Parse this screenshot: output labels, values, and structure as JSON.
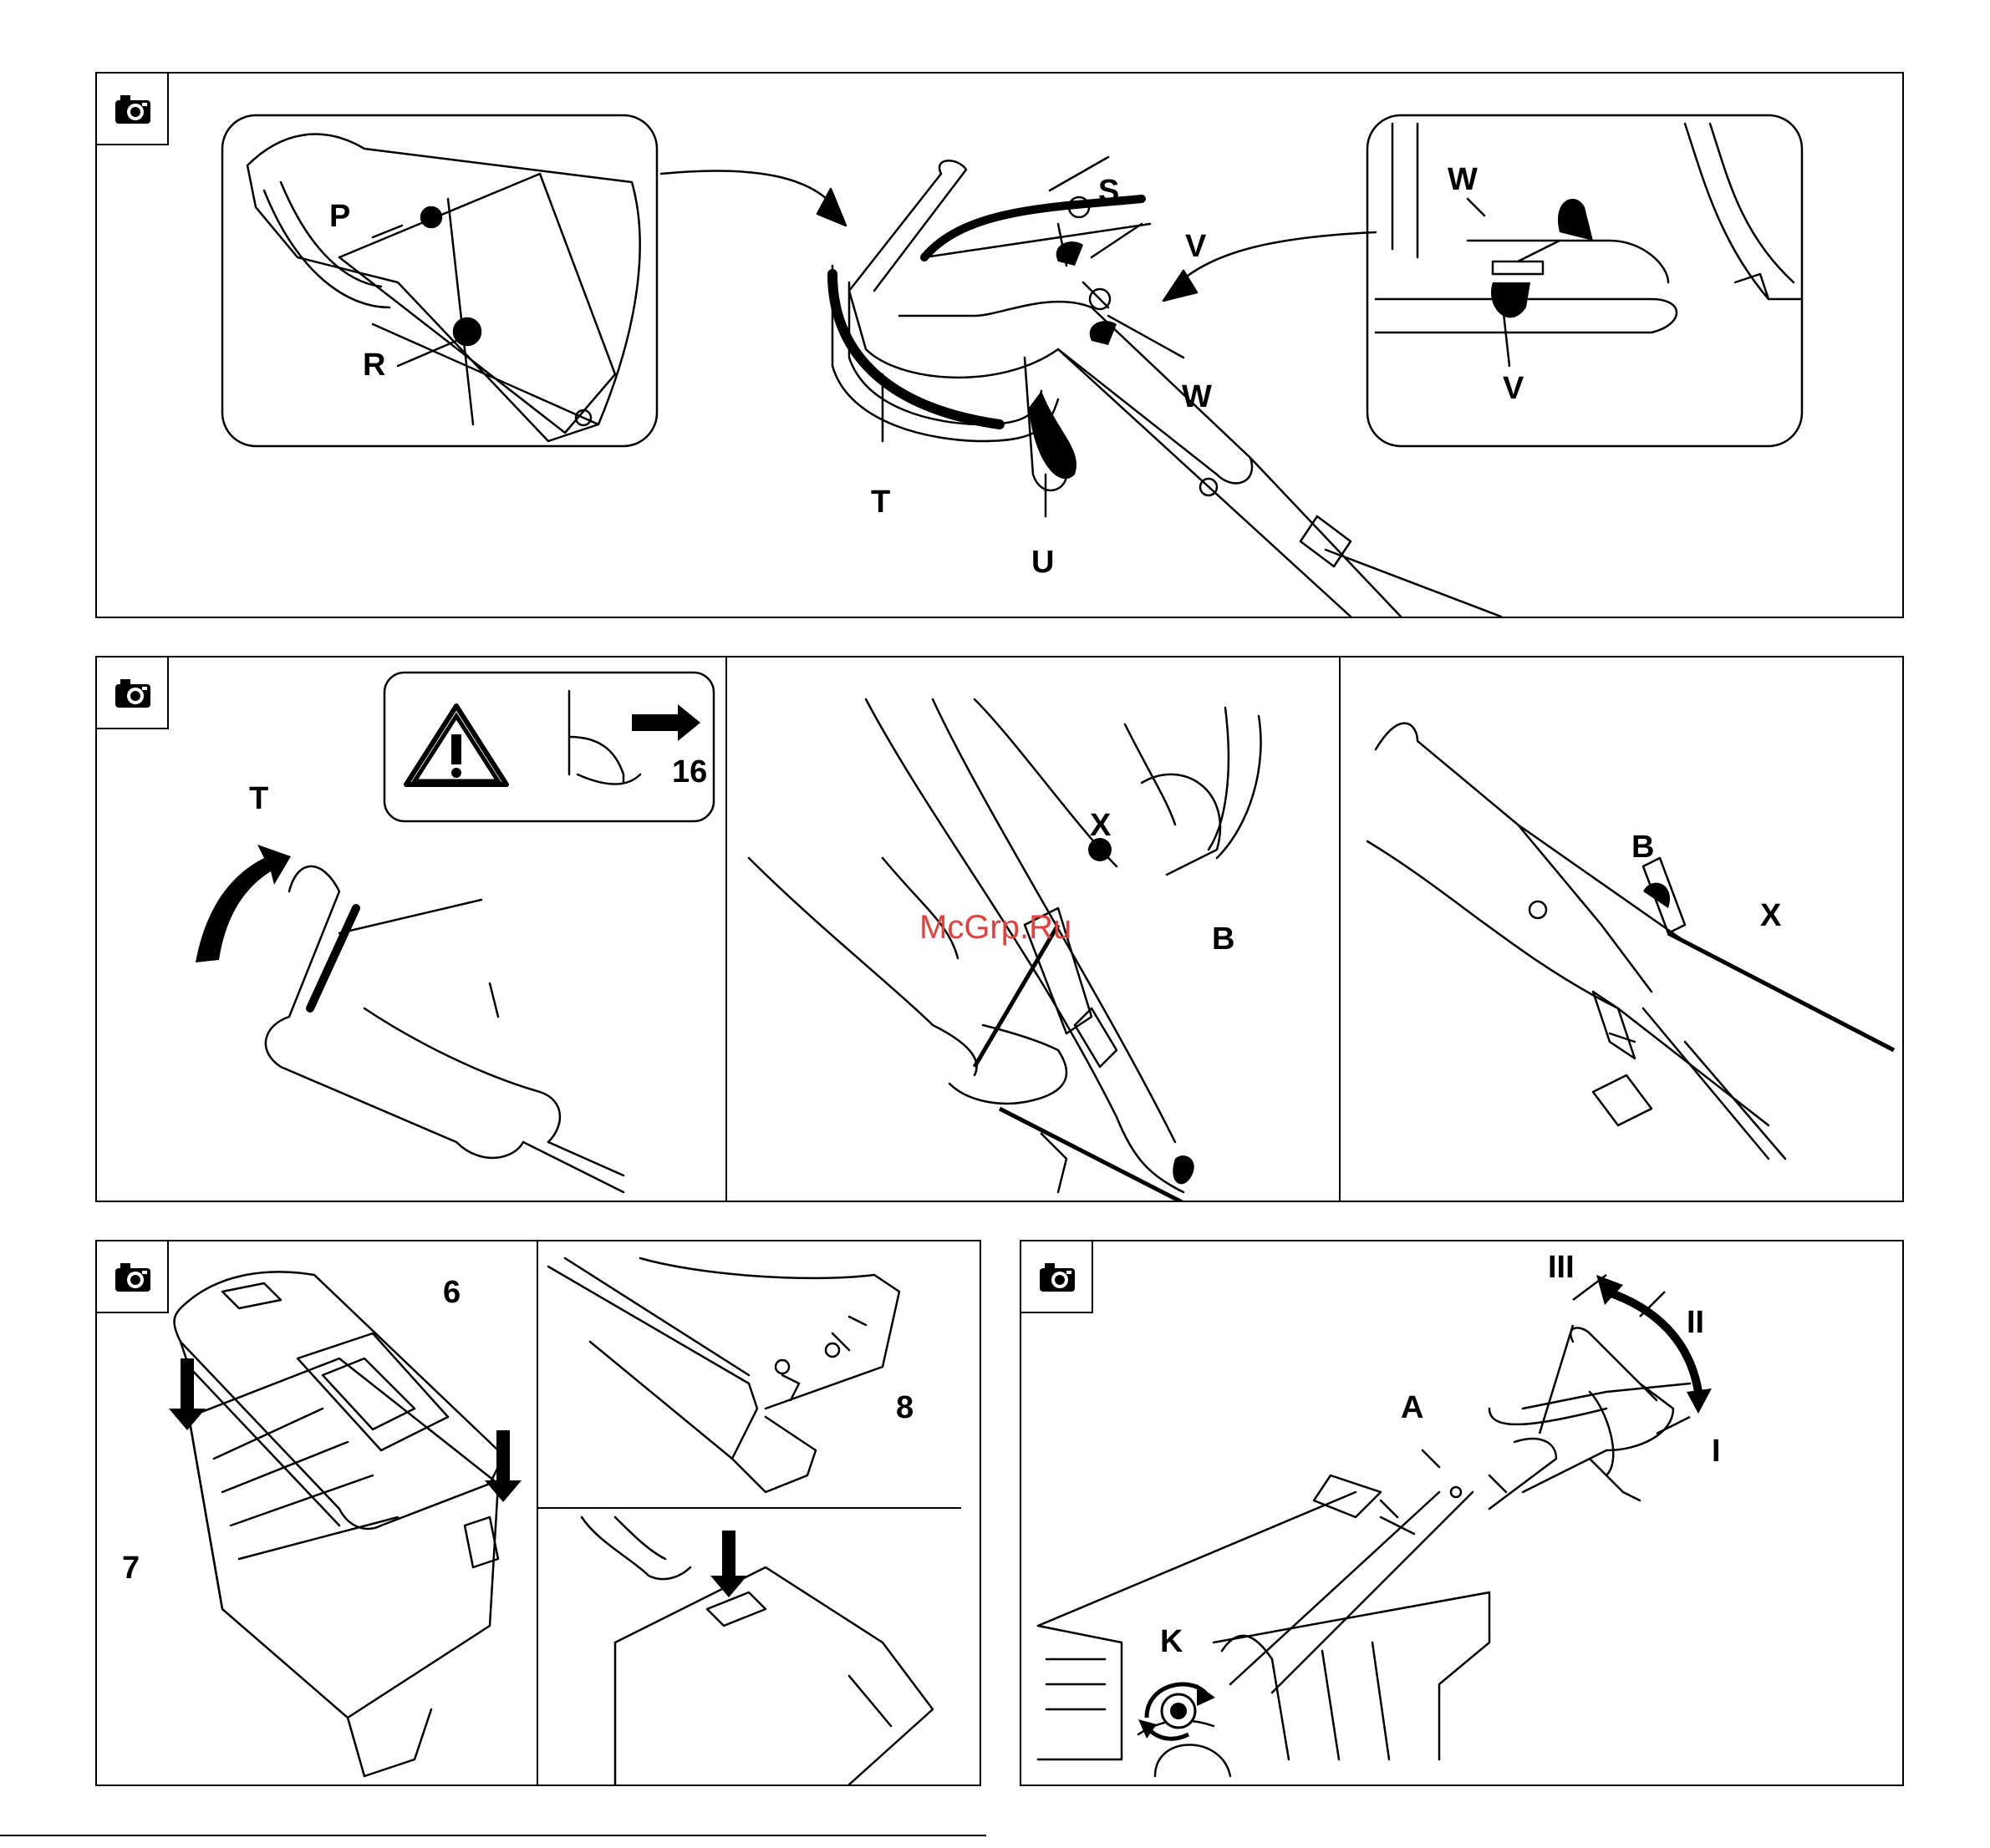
{
  "watermark": "McGrp.Ru",
  "icons": {
    "section_marker": "camera-icon",
    "warning": "warning-triangle-icon",
    "disconnect": "spark-plug-disconnect-icon"
  },
  "colors": {
    "line": "#000000",
    "watermark": "#e0413c",
    "background": "#ffffff"
  },
  "panel1": {
    "labels": {
      "p": "P",
      "r": "R",
      "s": "S",
      "v": "V",
      "w": "W",
      "t": "T",
      "u": "U",
      "w2": "W",
      "v2": "V"
    }
  },
  "panel2": {
    "warning_label": "16",
    "labels": {
      "t": "T",
      "x": "X",
      "b": "B",
      "b2": "B",
      "x2": "X"
    }
  },
  "panel3": {
    "labels": {
      "six": "6",
      "seven": "7",
      "eight": "8"
    }
  },
  "panel4": {
    "labels": {
      "iii": "III",
      "ii": "II",
      "i": "I",
      "a": "A",
      "k": "K"
    }
  }
}
